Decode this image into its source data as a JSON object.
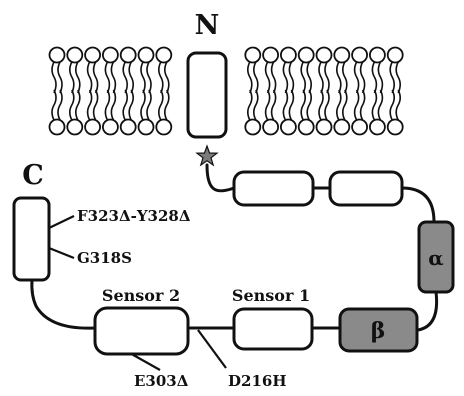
{
  "terminals": {
    "n_label": "N",
    "c_label": "C"
  },
  "helices": {
    "alpha_label": "α",
    "beta_label": "β"
  },
  "sensors": {
    "sensor1_label": "Sensor 1",
    "sensor2_label": "Sensor 2"
  },
  "mutations": {
    "deletion_range": "F323Δ-Y328Δ",
    "g318s": "G318S",
    "e303_deletion": "E303Δ",
    "d216h": "D216H"
  },
  "colors": {
    "helix_fill": "#8a8a8a",
    "box_fill": "#ffffff",
    "stroke": "#111111",
    "star_fill": "#7a7a7a"
  }
}
